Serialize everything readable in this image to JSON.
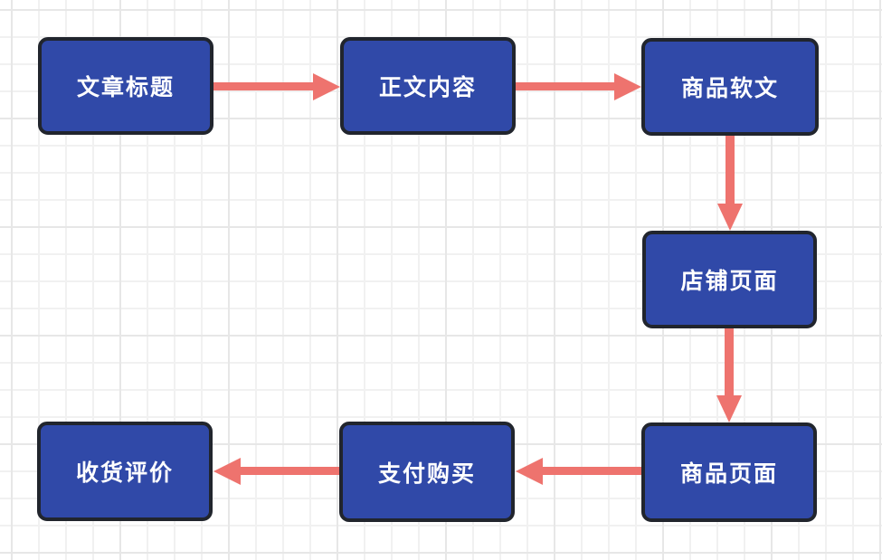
{
  "diagram": {
    "type": "flowchart",
    "nodes": [
      {
        "id": "article-title",
        "label": "文章标题"
      },
      {
        "id": "body-content",
        "label": "正文内容"
      },
      {
        "id": "product-soft-article",
        "label": "商品软文"
      },
      {
        "id": "shop-page",
        "label": "店铺页面"
      },
      {
        "id": "product-page",
        "label": "商品页面"
      },
      {
        "id": "pay-purchase",
        "label": "支付购买"
      },
      {
        "id": "receive-review",
        "label": "收货评价"
      }
    ],
    "edges": [
      {
        "from": "article-title",
        "to": "body-content",
        "direction": "right"
      },
      {
        "from": "body-content",
        "to": "product-soft-article",
        "direction": "right"
      },
      {
        "from": "product-soft-article",
        "to": "shop-page",
        "direction": "down"
      },
      {
        "from": "shop-page",
        "to": "product-page",
        "direction": "down"
      },
      {
        "from": "product-page",
        "to": "pay-purchase",
        "direction": "left"
      },
      {
        "from": "pay-purchase",
        "to": "receive-review",
        "direction": "left"
      }
    ]
  },
  "colors": {
    "background": "#ffffff",
    "grid_line": "#f1f1f1",
    "grid_line_major": "#e7e7e7",
    "node_fill": "#3049a8",
    "node_border": "#21252d",
    "node_text": "#ffffff",
    "arrow": "#ee736e"
  }
}
